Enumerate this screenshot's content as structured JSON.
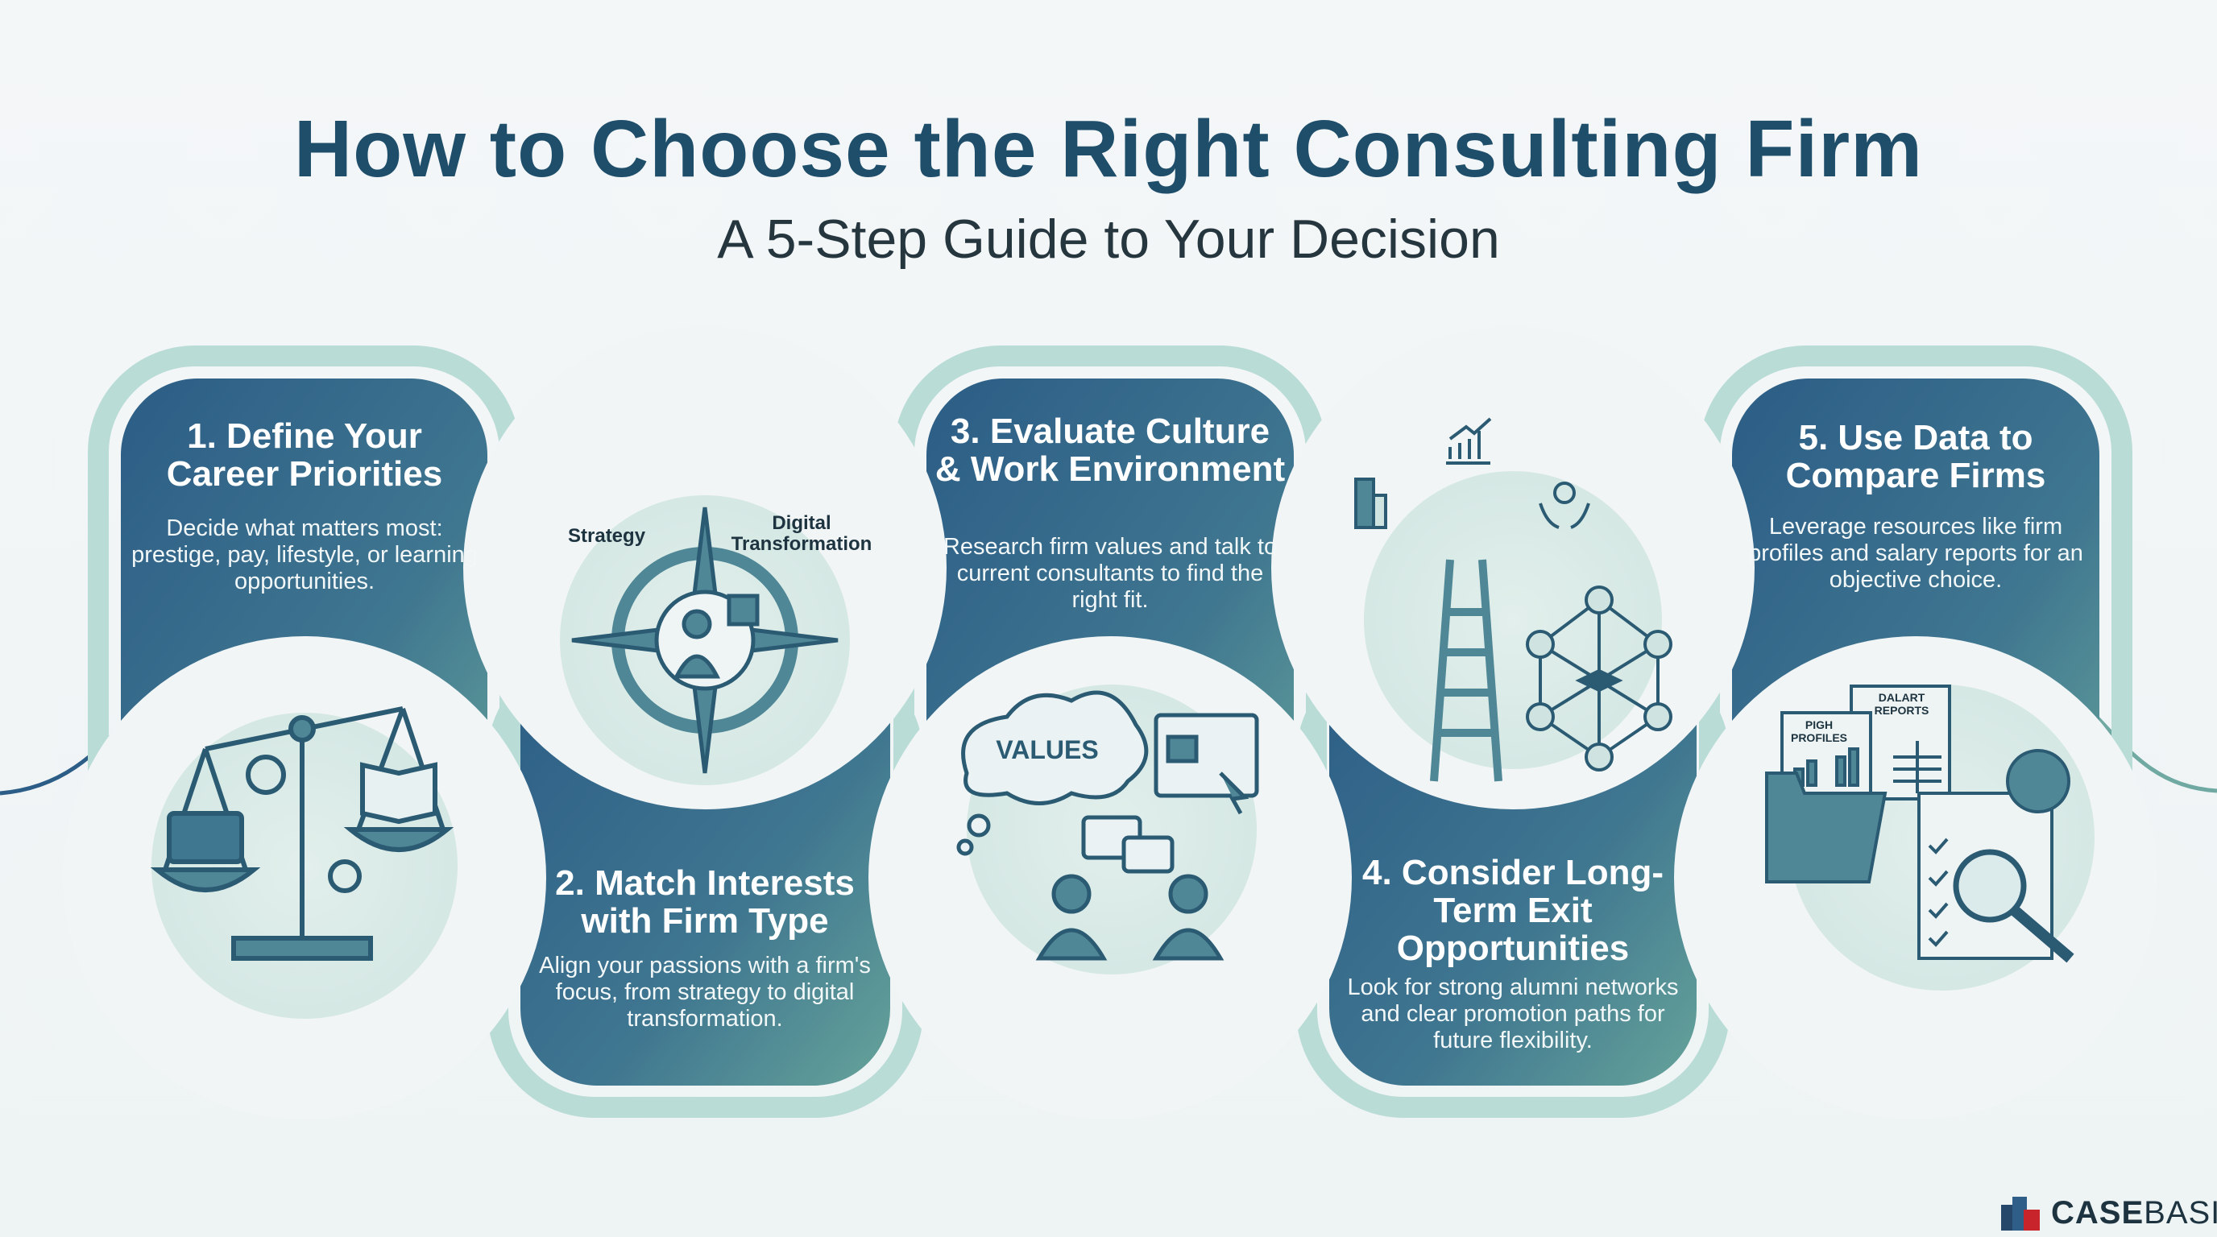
{
  "header": {
    "title": "How to Choose the Right Consulting Firm",
    "subtitle": "A 5-Step Guide to Your Decision"
  },
  "steps": [
    {
      "title": "1. Define Your Career Priorities",
      "body": "Decide what matters most: prestige, pay, lifestyle, or learning opportunities."
    },
    {
      "title": "2. Match Interests with Firm Type",
      "body": "Align your passions with a firm's focus, from strategy to digital transformation."
    },
    {
      "title": "3. Evaluate Culture & Work Environment",
      "body": "Research firm values and talk to current consultants to find the right fit."
    },
    {
      "title": "4. Consider Long-Term Exit Opportunities",
      "body": "Look for strong alumni networks and clear promotion paths for future flexibility."
    },
    {
      "title": "5. Use Data to Compare Firms",
      "body": "Leverage resources like firm profiles and salary reports for an objective choice."
    }
  ],
  "illustrations": {
    "compass_left": "Strategy",
    "compass_right": "Digital Transformation",
    "cloud": "VALUES",
    "doc1": "PIGH PROFILES",
    "doc2": "DALART REPORTS"
  },
  "logo": {
    "text_bold": "CASE",
    "text_light": "BASIX"
  },
  "colors": {
    "card_dark": "#2f6388",
    "card_teal": "#5a9a93",
    "border": "#b9dcd6",
    "title": "#1f4e6b",
    "logo_red": "#c8242b"
  }
}
